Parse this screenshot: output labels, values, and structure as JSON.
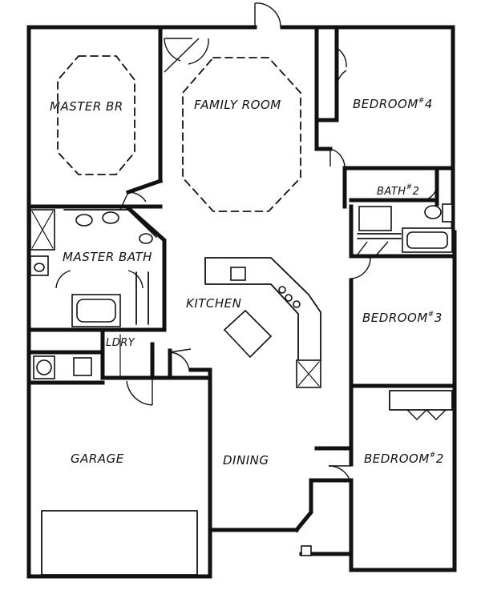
{
  "rooms": {
    "master_br": "MASTER BR",
    "family_room": "FAMILY ROOM",
    "bedroom_4": {
      "name": "BEDROOM",
      "mark": "#",
      "number": "4"
    },
    "bath_2": {
      "name": "BATH",
      "mark": "#",
      "number": "2"
    },
    "master_bath": "MASTER BATH",
    "kitchen": "KITCHEN",
    "bedroom_3": {
      "name": "BEDROOM",
      "mark": "#",
      "number": "3"
    },
    "laundry": "LDRY",
    "garage": "GARAGE",
    "dining": "DINING",
    "bedroom_2": {
      "name": "BEDROOM",
      "mark": "#",
      "number": "2"
    }
  }
}
